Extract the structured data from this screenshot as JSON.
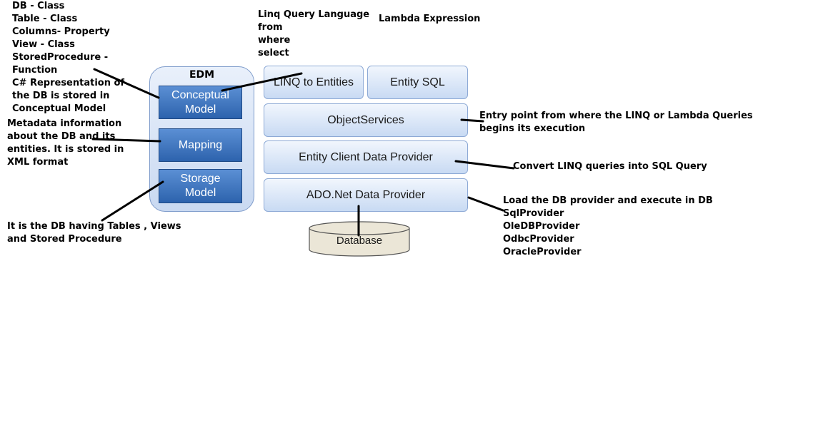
{
  "edm": {
    "title": "EDM",
    "conceptual": [
      "Conceptual",
      "Model"
    ],
    "mapping": "Mapping",
    "storage": [
      "Storage",
      "Model"
    ]
  },
  "stack": {
    "linq_to_entities": "LINQ to Entities",
    "entity_sql": "Entity SQL",
    "object_services": "ObjectServices",
    "entity_client": "Entity Client Data Provider",
    "ado_net": "ADO.Net Data Provider",
    "database": "Database"
  },
  "notes": {
    "conceptual": [
      "DB - Class",
      "Table - Class",
      "Columns- Property",
      "View - Class",
      "StoredProcedure -",
      "Function",
      "C# Representation of",
      "the DB is stored in",
      "Conceptual Model"
    ],
    "mapping": [
      "Metadata information",
      "about the DB and its",
      "entities. It is stored in",
      "XML format"
    ],
    "storage": [
      "It is the DB having Tables , Views",
      "and Stored Procedure"
    ],
    "linq": [
      "Linq Query Language",
      "from",
      "where",
      "select"
    ],
    "lambda": "Lambda Expression",
    "object_services": [
      "Entry point from where the LINQ or Lambda Queries",
      "begins its execution"
    ],
    "entity_client": "Convert LINQ queries into SQL Query",
    "ado_net": [
      "Load the DB provider and execute in DB",
      "SqlProvider",
      "OleDBProvider",
      "OdbcProvider",
      "OracleProvider"
    ]
  }
}
